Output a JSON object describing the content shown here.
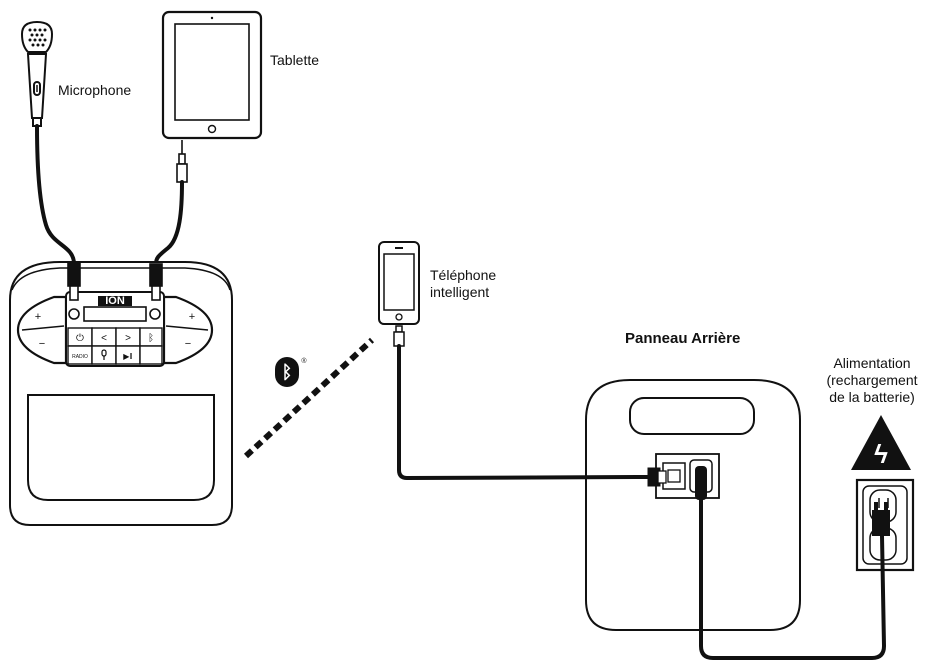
{
  "labels": {
    "tablet": "Tablette",
    "microphone": "Microphone",
    "phone_line1": "Téléphone",
    "phone_line2": "intelligent",
    "rear_panel": "Panneau Arrière",
    "power_line1": "Alimentation",
    "power_line2": "(rechargement",
    "power_line3": "de la batterie)"
  },
  "speaker_panel": {
    "brand": "ION",
    "buttons": {
      "power_symbol": "⏻",
      "prev_symbol": "<",
      "next_symbol": ">",
      "bluetooth_symbol": "ᛒ",
      "radio_label": "RADIO",
      "play_pause_symbol": "▶‖",
      "plus_symbol": "+",
      "minus_symbol": "−"
    }
  },
  "bluetooth": {
    "symbol": "ᛒ",
    "registered_mark": "®"
  },
  "warning": {
    "symbol": "ϟ"
  },
  "colors": {
    "stroke": "#111111",
    "background": "#ffffff"
  }
}
